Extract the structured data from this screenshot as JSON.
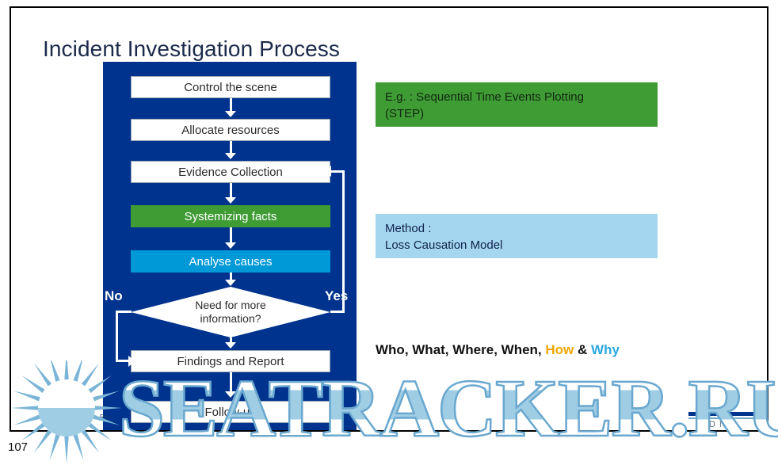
{
  "slide": {
    "title": "Incident Investigation Process",
    "page_number": "107"
  },
  "flow": {
    "steps": [
      {
        "label": "Control the scene",
        "style": "white"
      },
      {
        "label": "Allocate resources",
        "style": "white"
      },
      {
        "label": "Evidence Collection",
        "style": "white"
      },
      {
        "label": "Systemizing facts",
        "style": "green"
      },
      {
        "label": "Analyse causes",
        "style": "cyan"
      },
      {
        "label": "Findings and Report",
        "style": "white"
      },
      {
        "label": "Follow-up",
        "style": "white"
      }
    ],
    "decision": {
      "line1": "Need for more",
      "line2": "information?",
      "yes_label": "Yes",
      "no_label": "No"
    }
  },
  "callouts": {
    "green": {
      "line1": "E.g. : Sequential Time Events Plotting",
      "line2": "(STEP)"
    },
    "blue": {
      "line1": "Method :",
      "line2": "Loss Causation Model"
    },
    "questions": {
      "plain": "Who, What, Where, When,",
      "how": "How",
      "amp": "&",
      "why": "Why"
    }
  },
  "footer": {
    "copyright": "107 DNV ©",
    "revision": "Rev.",
    "logo_text": "DNV"
  },
  "watermark": {
    "text": "SEATRACKER.RU"
  },
  "colors": {
    "panel_navy": "#00338d",
    "green": "#3f9c35",
    "cyan": "#0099d8",
    "light_blue": "#a4d7ef",
    "how_orange": "#f0a500",
    "why_blue": "#29a8e0",
    "title_navy": "#1b2a4a"
  }
}
